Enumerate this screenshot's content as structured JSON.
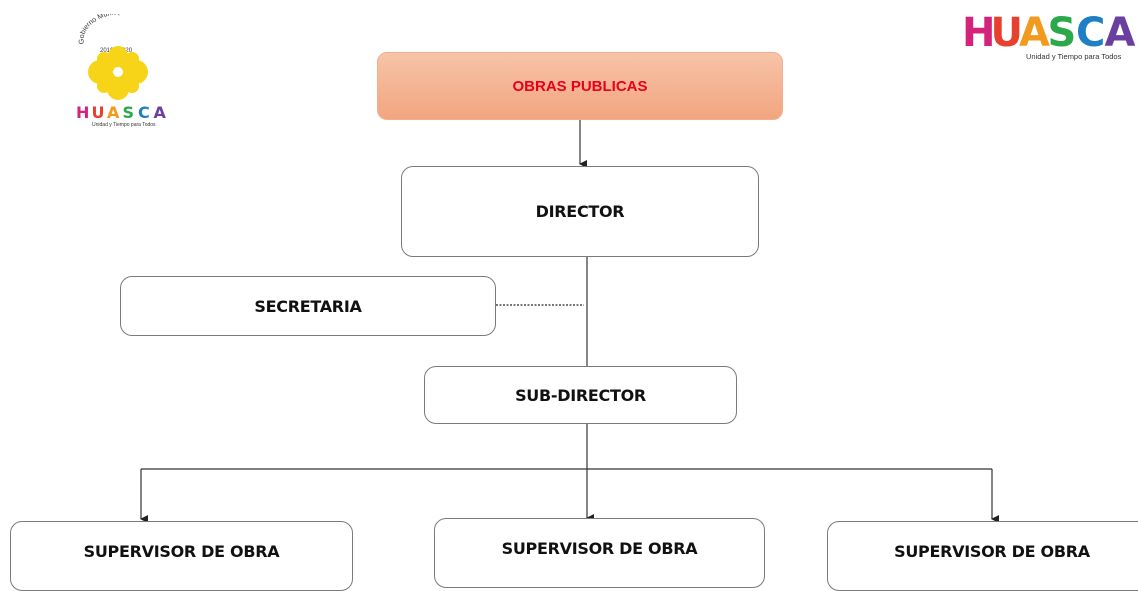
{
  "header": {
    "left_logo": {
      "arc_text": "Gobierno Municipal",
      "years": "2016 - 2020",
      "word": "HUASCA",
      "tagline": "Unidad y Tiempo para Todos",
      "letter_colors": [
        "#d4237a",
        "#e8402f",
        "#f29a1d",
        "#2aa84a",
        "#1f7fc4",
        "#6b3fa0"
      ],
      "emblem_color": "#f7d418"
    },
    "right_logo": {
      "word": "HUASCA",
      "tagline": "Unidad y Tiempo para Todos",
      "letter_colors": [
        "#d4237a",
        "#e8402f",
        "#f29a1d",
        "#2aa84a",
        "#1f7fc4",
        "#6b3fa0"
      ]
    }
  },
  "org_chart": {
    "department": {
      "label": "OBRAS PUBLICAS",
      "text_color": "#e8001c",
      "fill": "#f4ad8a"
    },
    "director": {
      "label": "DIRECTOR"
    },
    "secretary": {
      "label": "SECRETARIA"
    },
    "sub_director": {
      "label": "SUB-DIRECTOR"
    },
    "supervisors": [
      {
        "label": "SUPERVISOR DE OBRA"
      },
      {
        "label": "SUPERVISOR DE OBRA"
      },
      {
        "label": "SUPERVISOR DE OBRA"
      }
    ]
  }
}
